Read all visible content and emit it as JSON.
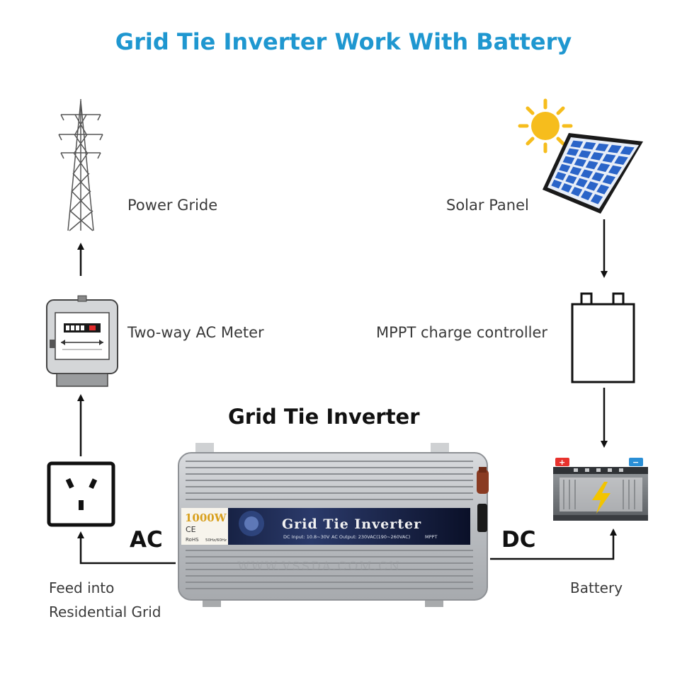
{
  "title": "Grid Tie Inverter Work With Battery",
  "labels": {
    "power_grid": "Power Gride",
    "solar_panel": "Solar Panel",
    "meter": "Two-way AC Meter",
    "controller": "MPPT charge controller",
    "inverter_heading": "Grid Tie Inverter",
    "ac": "AC",
    "dc": "DC",
    "feed_line1": "Feed into",
    "feed_line2": "Residential Grid",
    "battery": "Battery"
  },
  "inverter": {
    "power": "1000W",
    "label": "Grid Tie Inverter",
    "dc_input": "DC Input: 10.8~30V",
    "ac_output": "AC Output: 230VAC(190~260VAC)",
    "mppt": "MPPT",
    "ce": "CE",
    "rohs": "RoHS",
    "freq": "50Hz/60Hz",
    "watermark": "WWW.VSSDA.COM.CN"
  },
  "battery": {
    "plus": "+",
    "minus": "−"
  },
  "colors": {
    "title": "#1f97d0",
    "sun": "#f6bd1d",
    "panel_cell": "#2a64c8",
    "panel_frame": "#1a1a1a",
    "battery_red": "#e8322d",
    "battery_blue": "#2a8fd6",
    "bolt": "#f2c400"
  }
}
